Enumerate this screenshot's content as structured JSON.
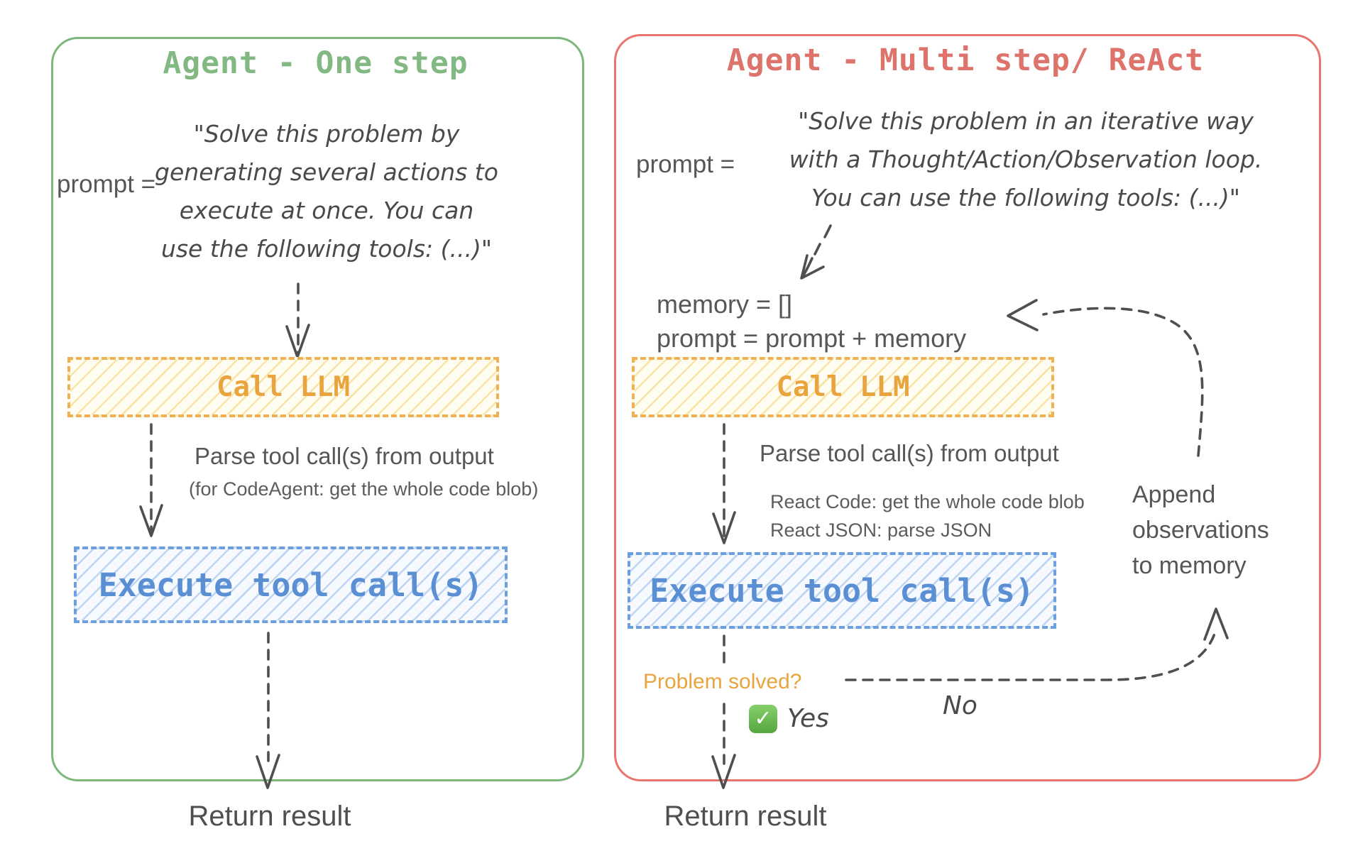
{
  "left_panel": {
    "title": "Agent - One step",
    "prompt_label": "prompt =",
    "prompt_lines": [
      "\"Solve this problem by",
      "generating several actions to",
      "execute at once. You can",
      "use the following tools: (...)\""
    ],
    "call_llm_label": "Call LLM",
    "parse_title": "Parse tool call(s) from output",
    "parse_subtitle": "(for CodeAgent: get the whole code blob)",
    "execute_label": "Execute tool call(s)",
    "return_label": "Return result"
  },
  "right_panel": {
    "title": "Agent - Multi step/ ReAct",
    "prompt_label": "prompt =",
    "prompt_lines": [
      "\"Solve this problem in an iterative way",
      "with a Thought/Action/Observation loop.",
      "You can use the following tools: (...)\""
    ],
    "memory_line": "memory = []",
    "prompt_update_line": "prompt = prompt + memory",
    "call_llm_label": "Call LLM",
    "parse_title": "Parse tool call(s) from output",
    "parse_subtitle_code": "React Code: get the whole code blob",
    "parse_subtitle_json": "React JSON: parse JSON",
    "execute_label": "Execute tool call(s)",
    "problem_solved_label": "Problem solved?",
    "yes_label": "Yes",
    "no_label": "No",
    "check_icon": "✓",
    "append_lines": [
      "Append",
      "observations",
      "to memory"
    ],
    "return_label": "Return result"
  },
  "colors": {
    "panel_green": "#7cb87c",
    "panel_red": "#e8756d",
    "orange_text": "#e9a43e",
    "orange_border": "#efb152",
    "blue_text": "#5b8fd4",
    "blue_border": "#6d9ede",
    "gray_text": "#4f4f4f",
    "check_green": "#57a63f"
  }
}
